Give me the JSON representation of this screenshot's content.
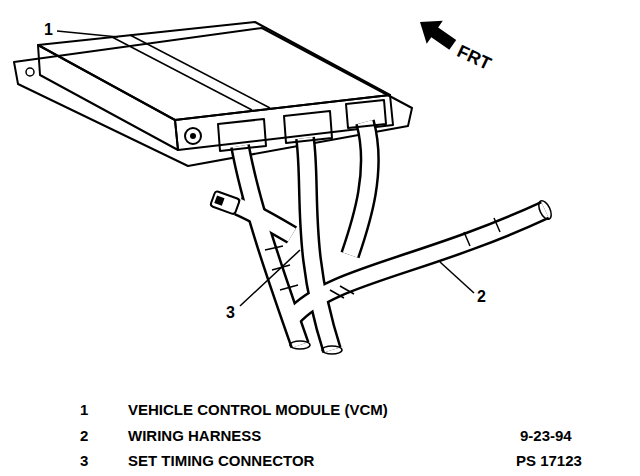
{
  "diagram": {
    "labels": [
      "1",
      "FRT",
      "3",
      "2",
      "1",
      "VEHICLE CONTROL MODULE (VCM)",
      "2",
      "WIRING HARNESS",
      "9-23-94",
      "3",
      "SET TIMING CONNECTOR",
      "PS 17123"
    ]
  }
}
